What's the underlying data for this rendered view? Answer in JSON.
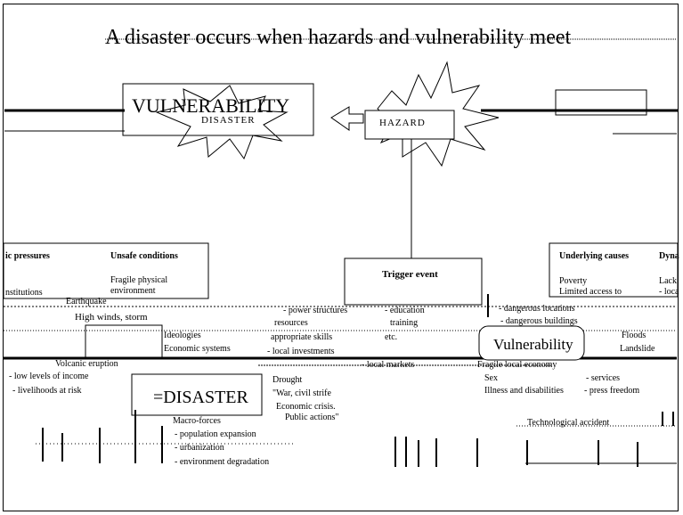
{
  "title": "A disaster occurs when hazards and vulnerability meet",
  "top": {
    "vulnerability": "VULNERABILITY",
    "disaster": "DISASTER",
    "hazard": "HAZARD"
  },
  "left": {
    "col_header_1": "ic pressures",
    "col_header_2": "Unsafe conditions",
    "unsafe_1": "Fragile physical",
    "unsafe_2": "environment",
    "institutions": "nstitutions",
    "earthquake": "Earthquake",
    "high_winds": "High winds, storm",
    "ideologies": "Ideologies",
    "economic_systems": "Economic systems",
    "volcanic": "Volcanic eruption",
    "low_income": "- low levels of income",
    "livelihoods": "- livelihoods at risk"
  },
  "equation": "=DISASTER",
  "middle": {
    "power": "- power structures",
    "education": "- education",
    "resources": "resources",
    "training": "training",
    "appropriate": "appropriate skills",
    "etc": "etc.",
    "local_invest": "- local investments",
    "local_markets": "- local markets",
    "drought": "Drought",
    "war": "\"War, civil strife",
    "economic_crisis": "Economic crisis.",
    "public_actions": "Public actions\"",
    "macro": "Macro-forces",
    "population": "- population expansion",
    "urbanization": "- urbanization",
    "environment": "- environment degradation"
  },
  "trigger": "Trigger event",
  "right": {
    "underlying": "Underlying causes",
    "dyna": "Dyna",
    "poverty": "Poverty",
    "limited_access": "Limited access to",
    "lack": "Lack",
    "loca": "- loca",
    "dangerous_locations": "- dangerous locations",
    "dangerous_buildings": "- dangerous buildings",
    "floods": "Floods",
    "landslide": "Landslide",
    "vulnerability": "Vulnerability",
    "fragile_economy": "Fragile local economy",
    "sex": "Sex",
    "services": "- services",
    "illness": "Illness and disabilities",
    "press": "- press freedom",
    "tech_accident": "Technological accident"
  }
}
